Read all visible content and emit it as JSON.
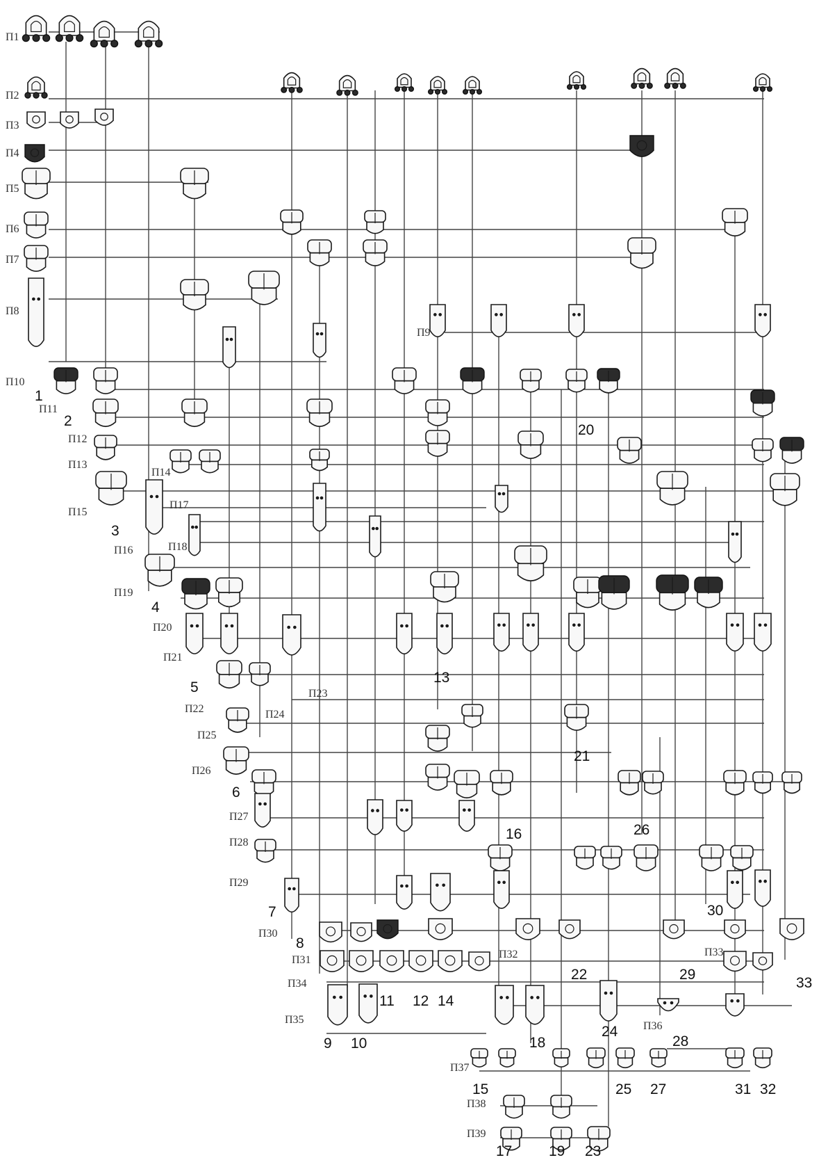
{
  "diagram": {
    "row_labels": [
      "П1",
      "П2",
      "П3",
      "П4",
      "П5",
      "П6",
      "П7",
      "П8",
      "П9",
      "П10",
      "П11",
      "П12",
      "П13",
      "П14",
      "П15",
      "П16",
      "П17",
      "П18",
      "П19",
      "П20",
      "П21",
      "П22",
      "П23",
      "П24",
      "П25",
      "П26",
      "П27",
      "П28",
      "П29",
      "П30",
      "П31",
      "П32",
      "П33",
      "П34",
      "П35",
      "П36",
      "П37",
      "П38",
      "П39"
    ],
    "column_numbers": [
      "1",
      "2",
      "3",
      "4",
      "5",
      "6",
      "7",
      "8",
      "9",
      "10",
      "11",
      "12",
      "13",
      "14",
      "15",
      "16",
      "17",
      "18",
      "19",
      "20",
      "21",
      "22",
      "23",
      "24",
      "25",
      "26",
      "27",
      "28",
      "29",
      "30",
      "31",
      "32",
      "33"
    ],
    "colors": {
      "line": "#444444",
      "ink": "#1a1a1a",
      "background": "#ffffff"
    }
  }
}
